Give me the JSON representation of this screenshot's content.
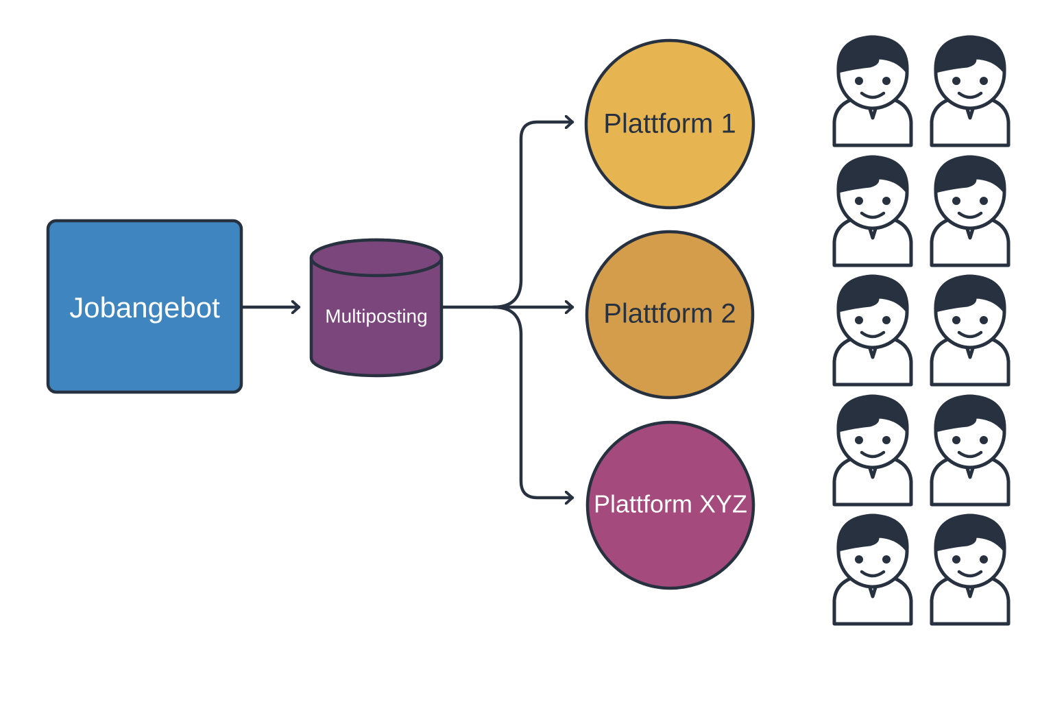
{
  "nodes": {
    "source": {
      "label": "Jobangebot",
      "color": "#3f86c0"
    },
    "hub": {
      "label": "Multiposting",
      "color": "#7b467c"
    },
    "platforms": [
      {
        "label": "Plattform 1",
        "color": "#e6b552"
      },
      {
        "label": "Plattform 2",
        "color": "#d39d4c"
      },
      {
        "label": "Plattform XYZ",
        "color": "#a44a7c"
      }
    ]
  },
  "audience": {
    "icon": "person-icon",
    "count": 10,
    "rows": 5,
    "columns": 2
  },
  "colors": {
    "stroke": "#27313f",
    "background": "#ffffff",
    "label_light": "#ffffff",
    "label_dark": "#27313f"
  }
}
